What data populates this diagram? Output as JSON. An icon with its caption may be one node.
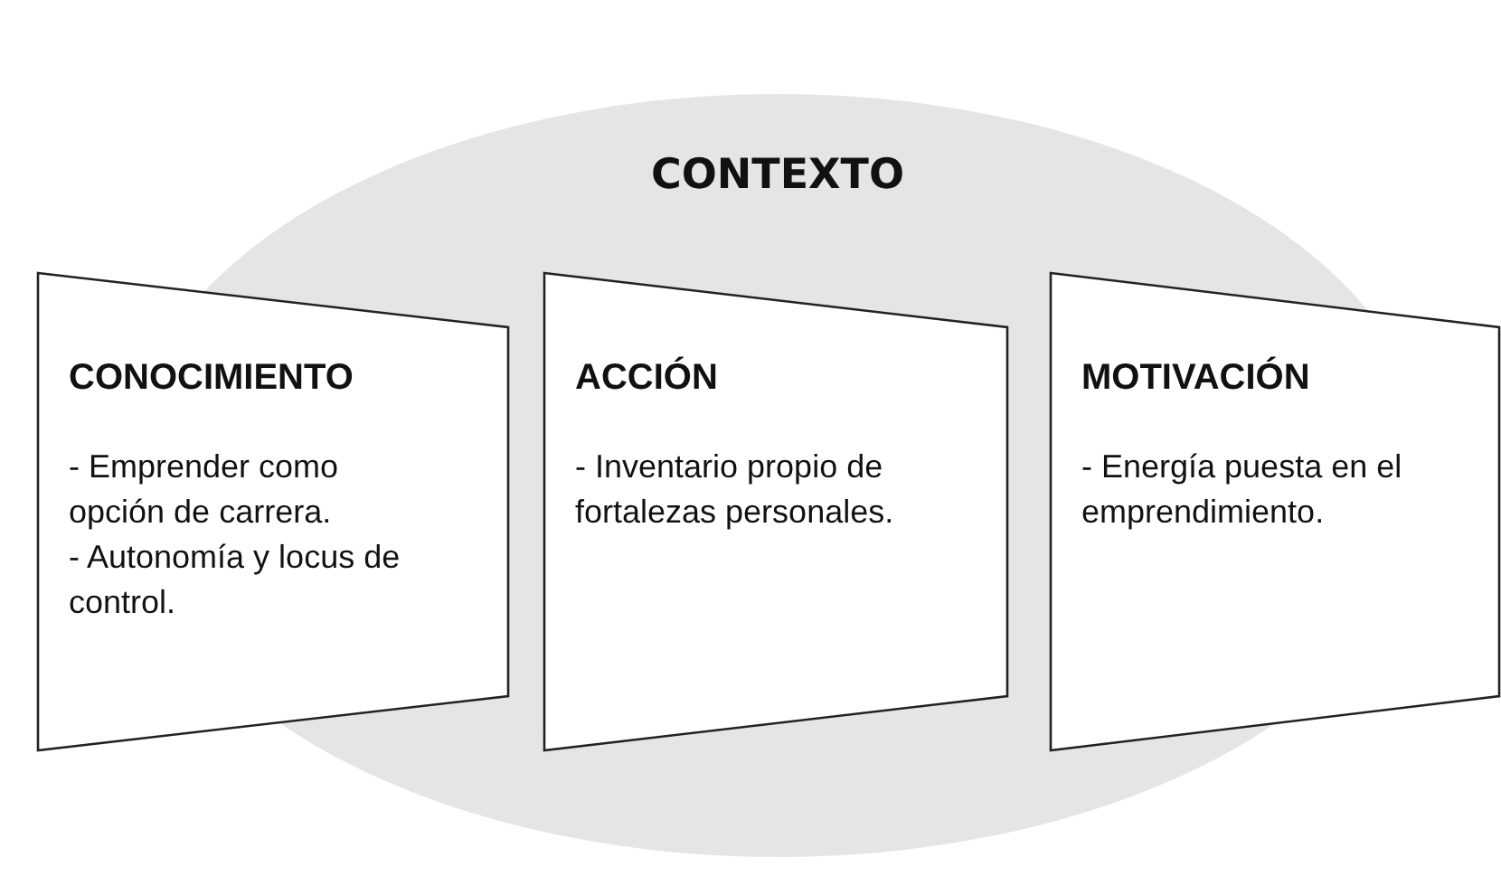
{
  "diagram": {
    "nodes": [
      {
        "text": [
          "CONTEXTO"
        ]
      },
      {
        "text": [
          "CONOCIMIENTO",
          "- Emprender como opción de carrera.",
          "- Autonomía y locus de control."
        ]
      },
      {
        "text": [
          "ACCIÓN",
          "- Inventario propio de fortalezas personales."
        ],
        "in": 0
      },
      {
        "text": [
          "MOTIVACIÓN",
          "- Energía puesta en el emprendimiento."
        ]
      }
    ]
  }
}
